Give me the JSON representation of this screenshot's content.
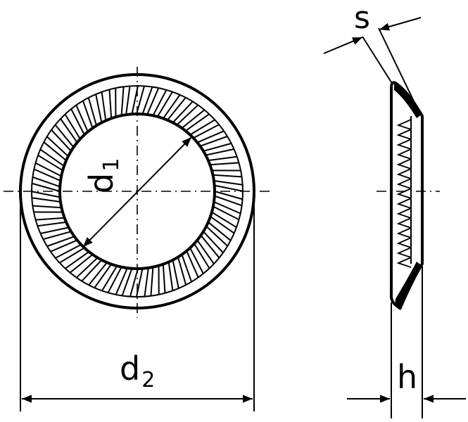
{
  "labels": {
    "inner_diameter": {
      "main": "d",
      "sub": "1"
    },
    "outer_diameter": {
      "main": "d",
      "sub": "2"
    },
    "thickness": "s",
    "height": "h"
  },
  "colors": {
    "line": "#000000",
    "background": "#ffffff"
  },
  "washer": {
    "tooth_count": 46
  }
}
